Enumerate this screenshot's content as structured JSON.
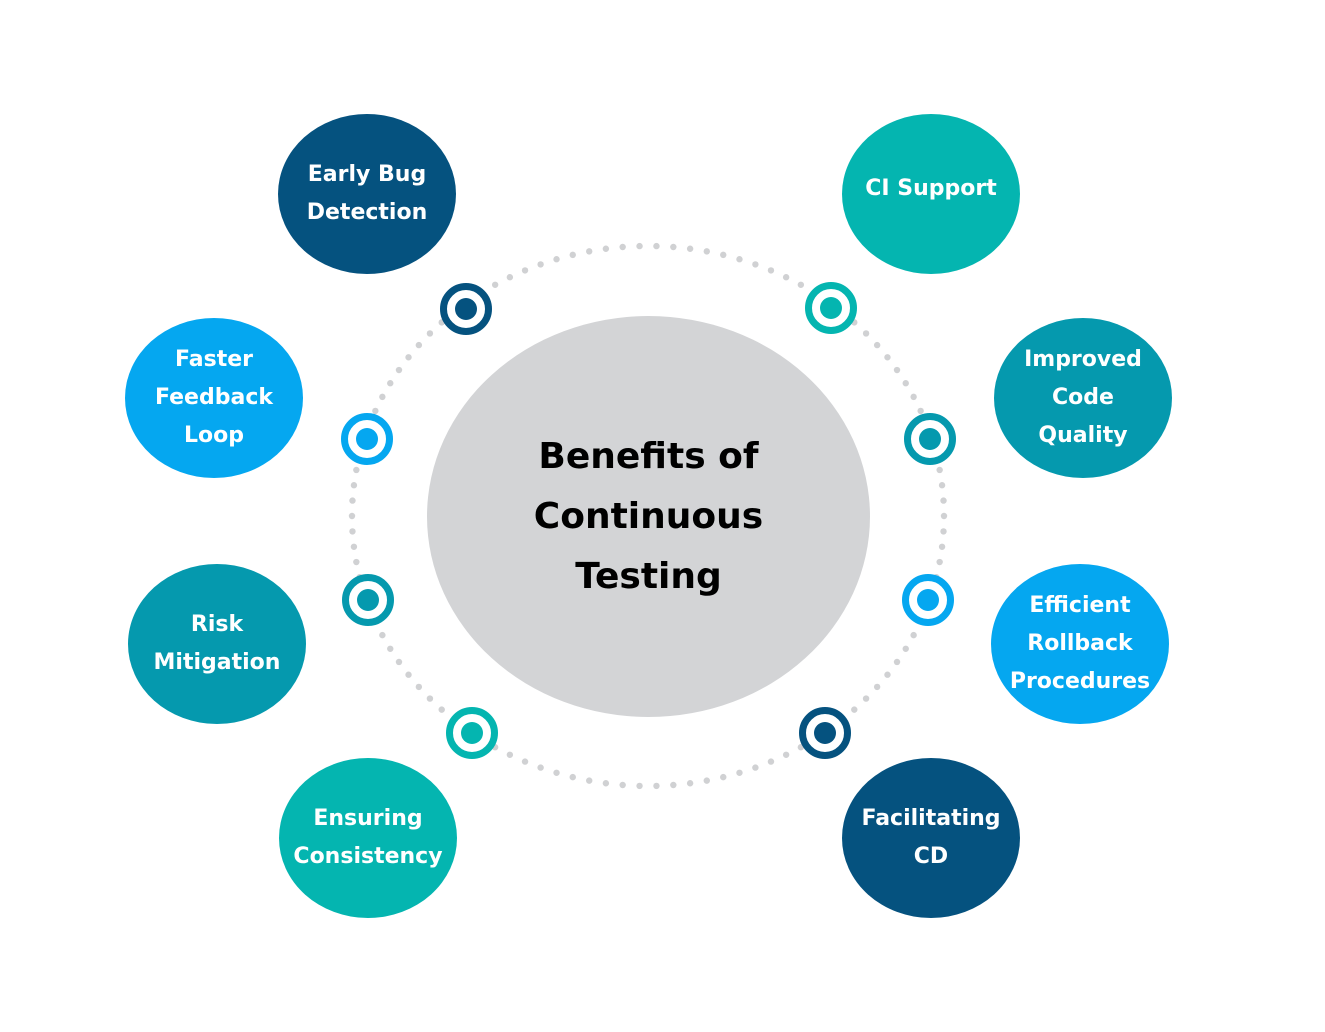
{
  "title": "Benefits of\nContinuous\nTesting",
  "colors": {
    "navy": "#05527f",
    "teal": "#04b5b0",
    "dark_teal": "#0599ae",
    "sky": "#05a7f0",
    "center_fill": "#d3d4d6",
    "dots": "#d0d1d3"
  },
  "benefits": [
    {
      "id": "early-bug-detection",
      "label": "Early Bug\nDetection",
      "color": "#05527f"
    },
    {
      "id": "faster-feedback-loop",
      "label": "Faster\nFeedback\nLoop",
      "color": "#05a7f0"
    },
    {
      "id": "risk-mitigation",
      "label": "Risk\nMitigation",
      "color": "#0599ae"
    },
    {
      "id": "ensuring-consistency",
      "label": "Ensuring\nConsistency",
      "color": "#04b5b0"
    },
    {
      "id": "ci-support",
      "label": "CI Support",
      "color": "#04b5b0"
    },
    {
      "id": "improved-code-quality",
      "label": "Improved\nCode\nQuality",
      "color": "#0599ae"
    },
    {
      "id": "efficient-rollback-procedures",
      "label": "Efficient\nRollback\nProcedures",
      "color": "#05a7f0"
    },
    {
      "id": "facilitating-cd",
      "label": "Facilitating\nCD",
      "color": "#05527f"
    }
  ]
}
